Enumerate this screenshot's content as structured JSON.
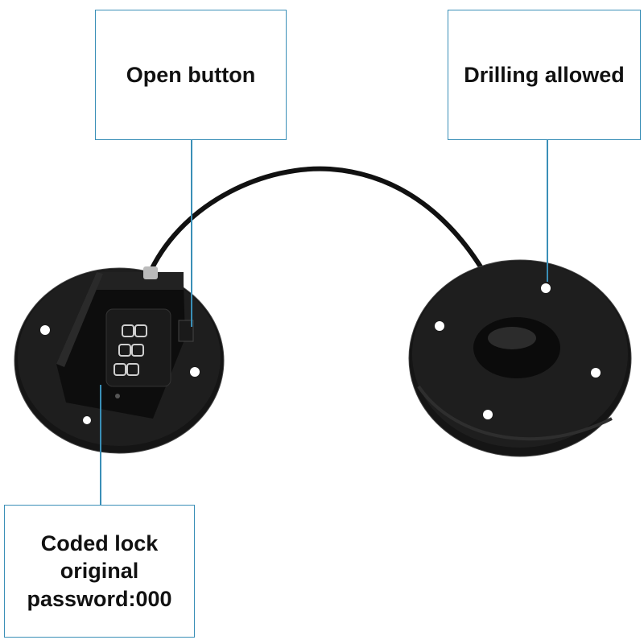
{
  "callouts": {
    "open_button": "Open button",
    "drilling_allowed": "Drilling allowed",
    "coded_lock": {
      "line1": "Coded lock",
      "line2": "original",
      "line3": "password:000"
    }
  },
  "colors": {
    "callout_border": "#3a8fb7",
    "product": "#111111"
  }
}
